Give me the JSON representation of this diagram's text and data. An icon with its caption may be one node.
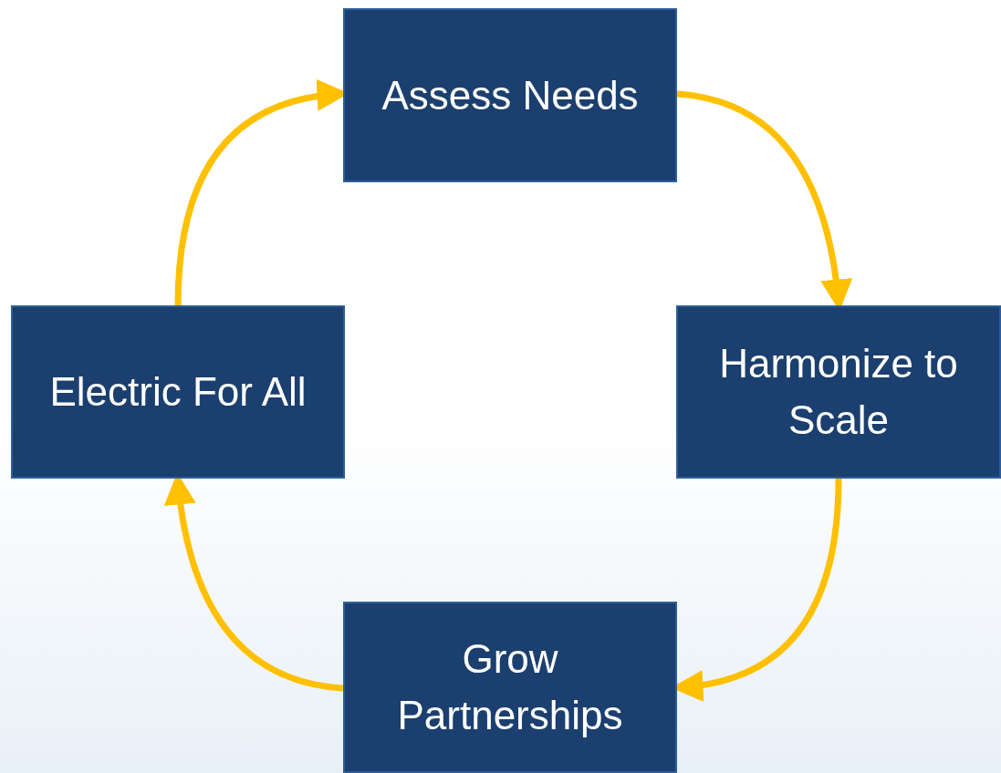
{
  "diagram": {
    "nodes": [
      {
        "text": [
          "Assess Needs"
        ]
      },
      {
        "text": [
          "Harmonize to Scale"
        ]
      },
      {
        "text": [
          "Grow Partnerships"
        ]
      },
      {
        "text": [
          "Electric For All"
        ]
      }
    ],
    "edges": [
      {
        "from": 0,
        "to": 1,
        "arrow": "to"
      },
      {
        "from": 1,
        "to": 2,
        "arrow": "to"
      },
      {
        "from": 2,
        "to": 3,
        "arrow": "to"
      },
      {
        "from": 3,
        "to": 0,
        "arrow": "to"
      }
    ]
  }
}
